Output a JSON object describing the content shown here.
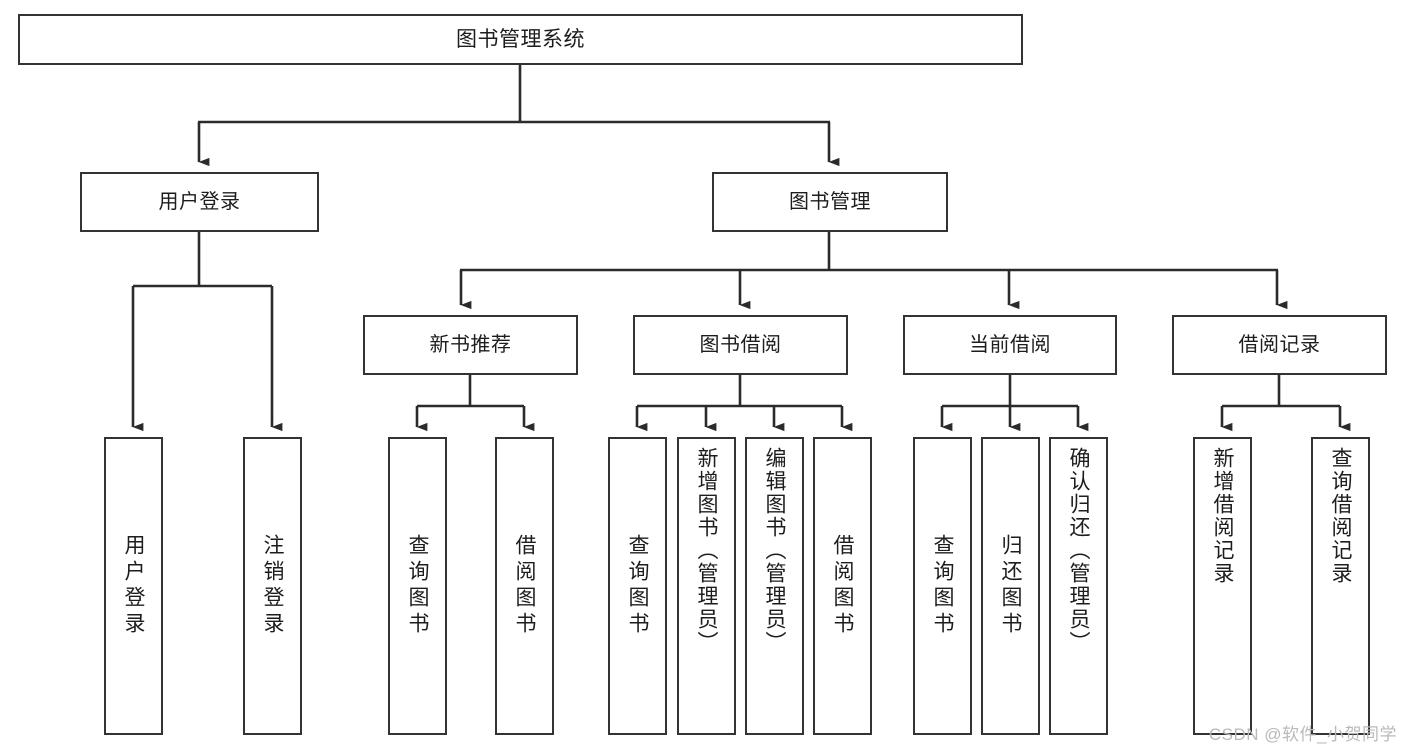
{
  "diagram": {
    "title": "图书管理系统",
    "type": "functional-structure-tree",
    "colors": {
      "box_border": "#333333",
      "box_fill": "#ffffff",
      "connector": "#333333",
      "text": "#1d1d1d",
      "watermark": "#b9b9b9"
    },
    "root": {
      "label": "图书管理系统"
    },
    "level1": [
      {
        "label": "用户登录"
      },
      {
        "label": "图书管理"
      }
    ],
    "level2": [
      {
        "label": "新书推荐"
      },
      {
        "label": "图书借阅"
      },
      {
        "label": "当前借阅"
      },
      {
        "label": "借阅记录"
      }
    ],
    "leaves": {
      "user_login": [
        {
          "label": "用户登录"
        },
        {
          "label": "注销登录"
        }
      ],
      "new_book_recommend": [
        {
          "label": "查询图书"
        },
        {
          "label": "借阅图书"
        }
      ],
      "book_borrow": [
        {
          "label": "查询图书"
        },
        {
          "label": "新增图书（管理员）"
        },
        {
          "label": "编辑图书（管理员）"
        },
        {
          "label": "借阅图书"
        }
      ],
      "current_borrow": [
        {
          "label": "查询图书"
        },
        {
          "label": "归还图书"
        },
        {
          "label": "确认归还（管理员）"
        }
      ],
      "borrow_record": [
        {
          "label": "新增借阅记录"
        },
        {
          "label": "查询借阅记录"
        }
      ]
    }
  },
  "watermark": {
    "text": "CSDN @软件_小贺同学"
  }
}
